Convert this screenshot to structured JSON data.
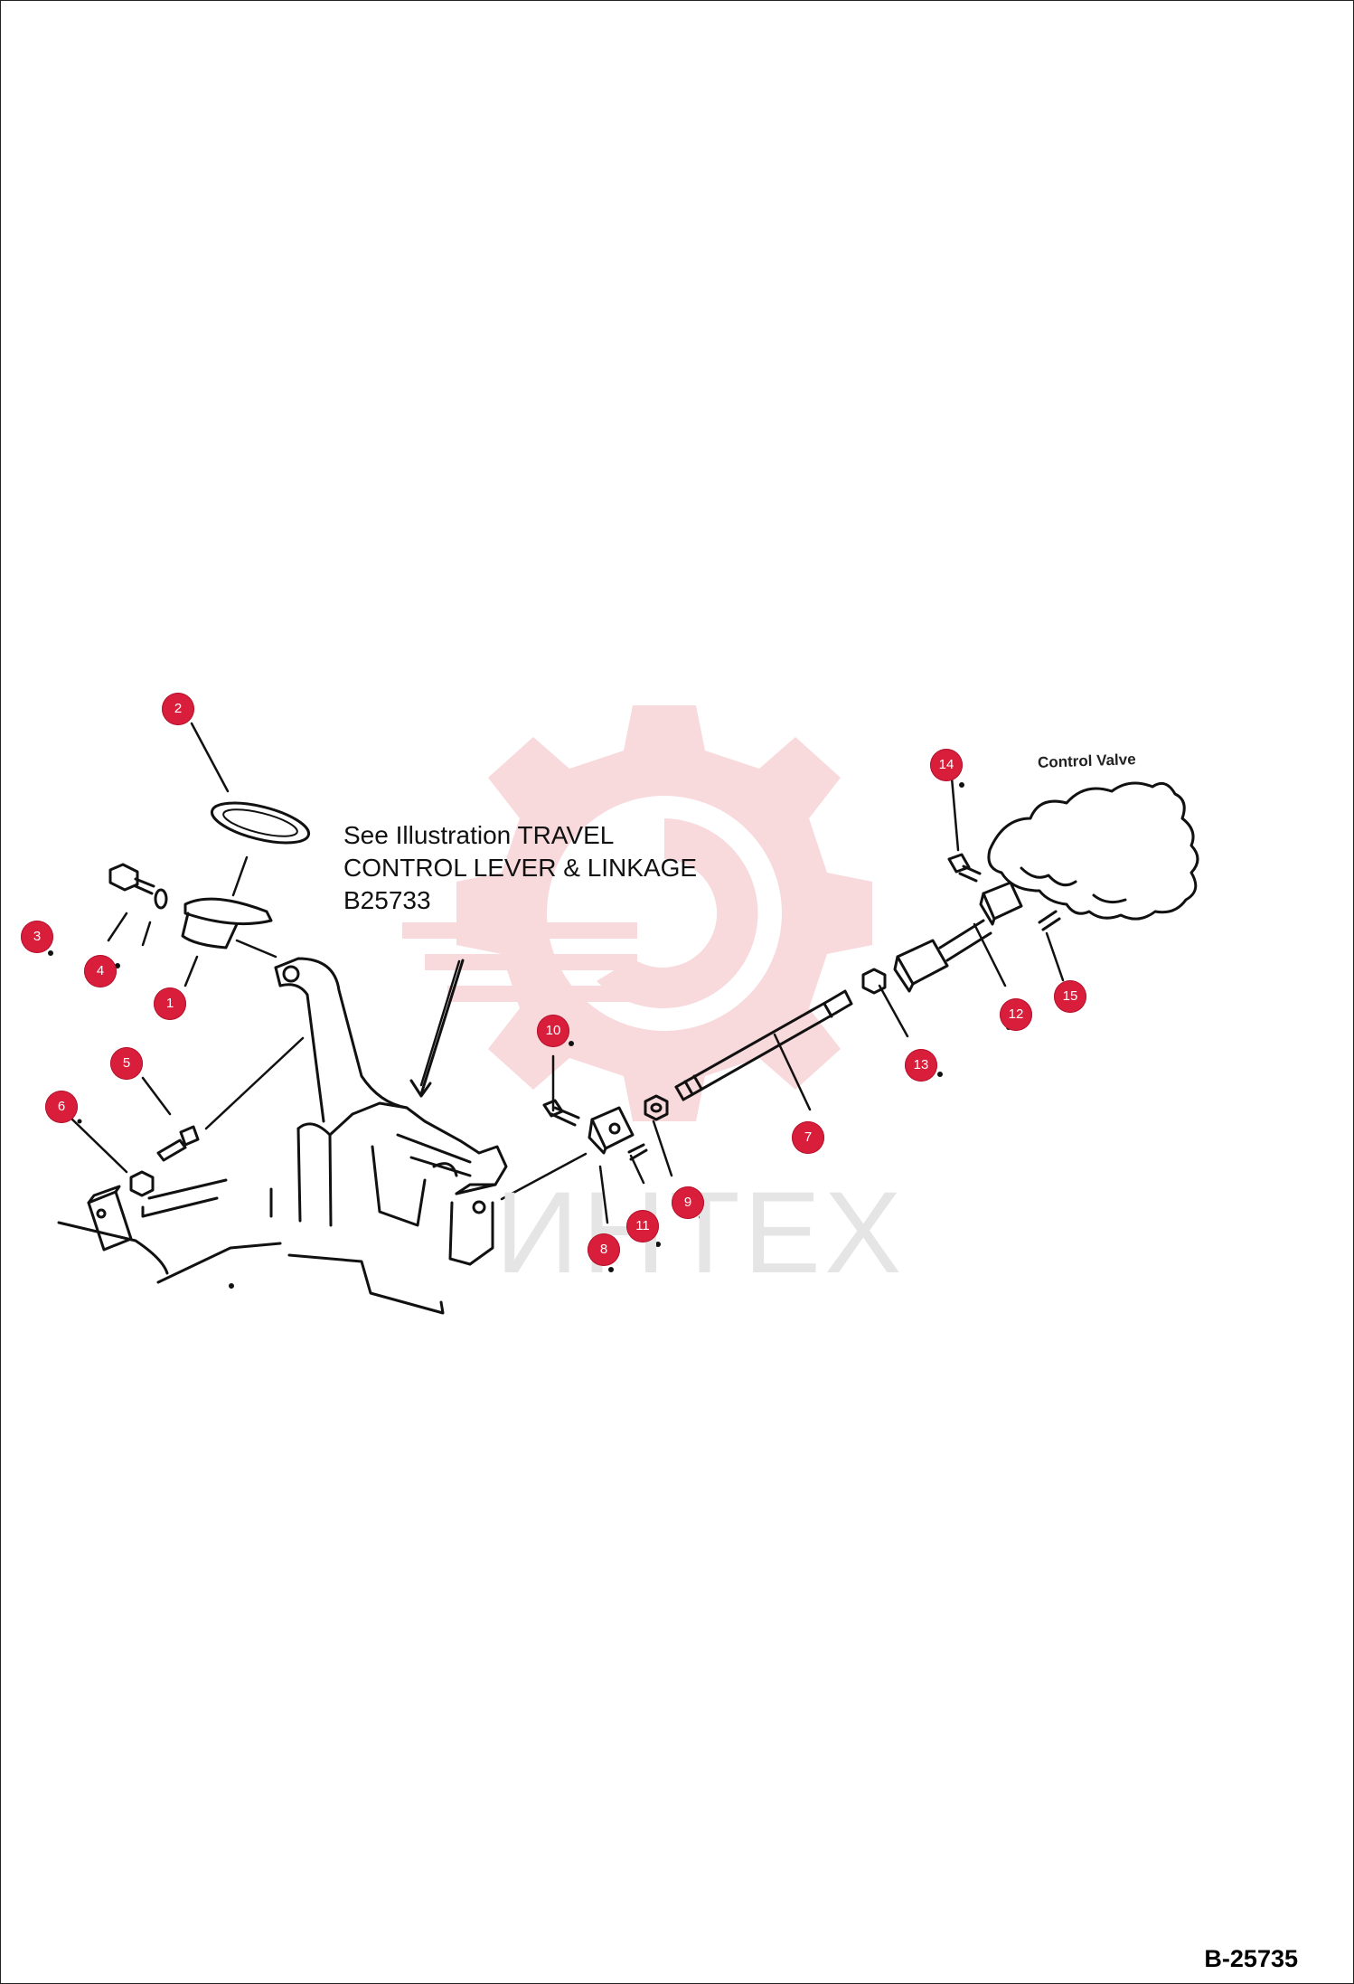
{
  "callout": {
    "line1": "See Illustration TRAVEL",
    "line2": "CONTROL LEVER & LINKAGE",
    "line3": "B25733"
  },
  "labels": {
    "control_valve": "Control Valve"
  },
  "document": {
    "id": "B-25735"
  },
  "watermark": {
    "text": "ИНТЕХ",
    "color": "#f8d9dc"
  },
  "markers": {
    "color": "#d81e3a",
    "items": [
      {
        "label": "1"
      },
      {
        "label": "2"
      },
      {
        "label": "3"
      },
      {
        "label": "4"
      },
      {
        "label": "5"
      },
      {
        "label": "6"
      },
      {
        "label": "7"
      },
      {
        "label": "8"
      },
      {
        "label": "9"
      },
      {
        "label": "10"
      },
      {
        "label": "11"
      },
      {
        "label": "12"
      },
      {
        "label": "13"
      },
      {
        "label": "14"
      },
      {
        "label": "15"
      }
    ]
  }
}
